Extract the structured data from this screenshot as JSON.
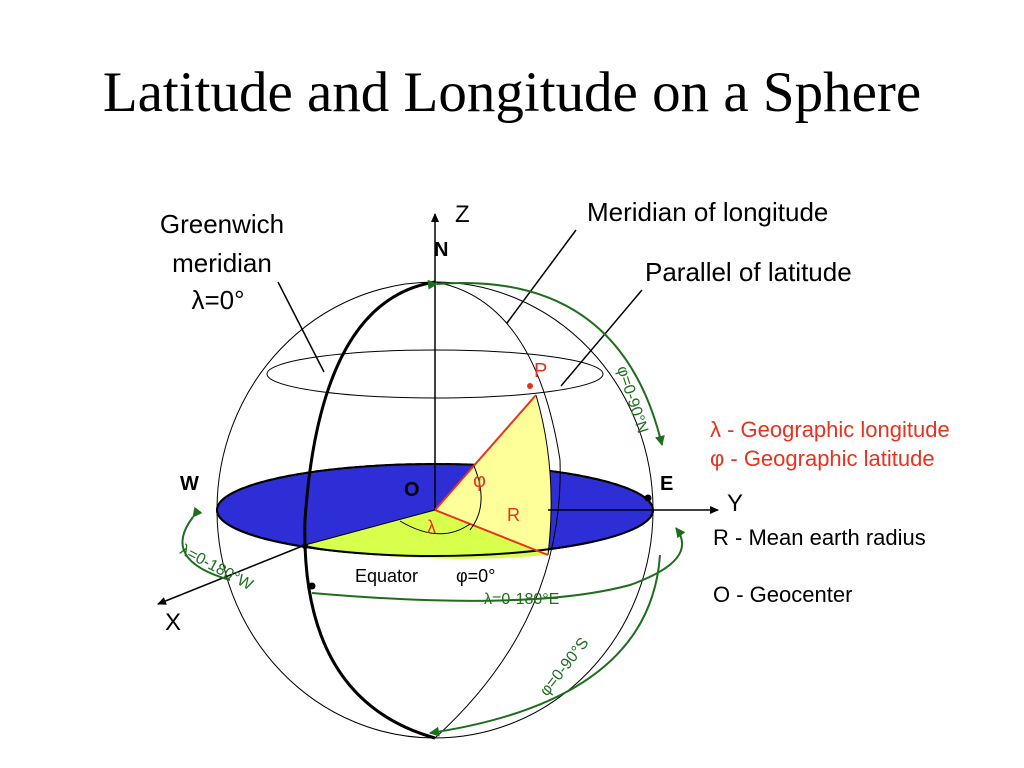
{
  "title": "Latitude and Longitude on a Sphere",
  "labels": {
    "greenwich_line1": "Greenwich",
    "greenwich_line2": "meridian",
    "greenwich_line3": "λ=0°",
    "meridian_of_longitude": "Meridian of longitude",
    "parallel_of_latitude": "Parallel of latitude",
    "z_axis": "Z",
    "north": "N",
    "point_p": "P",
    "west": "W",
    "east": "E",
    "origin": "O",
    "y_axis": "Y",
    "x_axis": "X",
    "phi": "φ",
    "lambda": "λ",
    "radius": "R",
    "equator": "Equator",
    "equator_phi": "φ=0°",
    "lat_north_range": "φ=0-90°N",
    "lat_south_range": "φ=0-90°S",
    "lon_east_range": "λ=0-180°E",
    "lon_west_range": "λ=0-180°W"
  },
  "legend": {
    "lambda_def": "λ - Geographic longitude",
    "phi_def": "φ - Geographic latitude",
    "r_def": "R - Mean earth radius",
    "o_def": "O - Geocenter"
  },
  "colors": {
    "equator_plane": "#2e2ed6",
    "sector_green": "#d9ff4d",
    "sector_yellow": "#ffff99",
    "red_accent": "#e8321e",
    "arrow_green": "#1e6e1e"
  }
}
